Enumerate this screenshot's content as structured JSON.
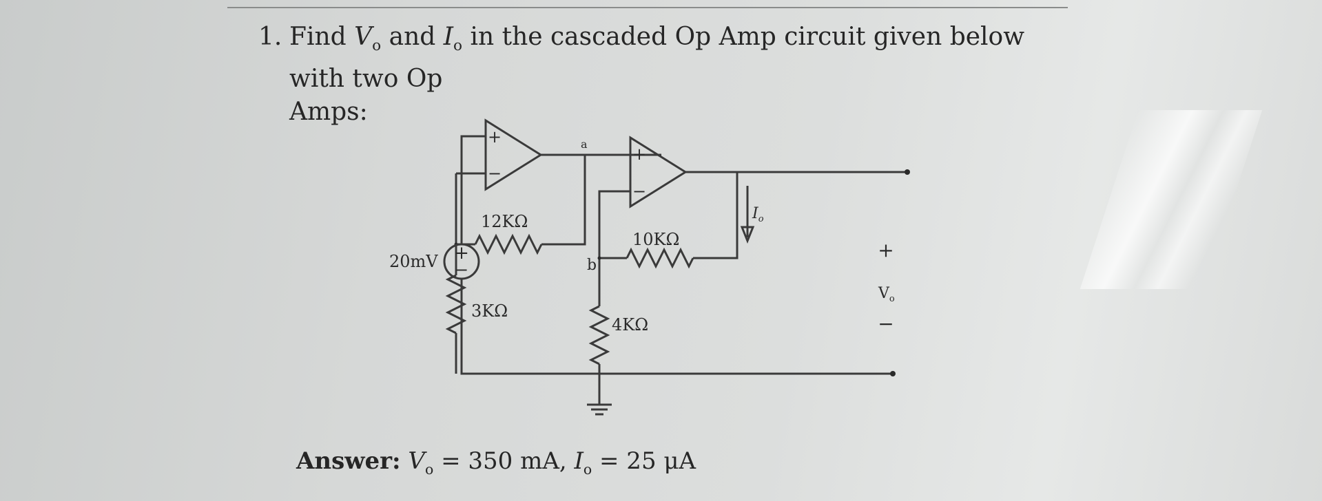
{
  "problem": {
    "number": "1.",
    "parts": {
      "find": "Find ",
      "vo_sym": "V",
      "vo_sub": "o",
      "and": " and ",
      "io_sym": "I",
      "io_sub": "o",
      "rest_line1": " in the cascaded Op Amp circuit given below with two Op",
      "rest_line2": "Amps:"
    }
  },
  "circuit": {
    "source_label": "20mV",
    "source_plus": "+",
    "source_minus": "−",
    "opamp_plus": "+",
    "opamp_minus": "−",
    "node_a": "a",
    "node_b": "b",
    "r_12k": "12KΩ",
    "r_3k": "3KΩ",
    "r_10k": "10KΩ",
    "r_4k": "4KΩ",
    "io_label": "I",
    "io_sub": "o",
    "vo_plus": "+",
    "vo_label": "V",
    "vo_sub": "o",
    "vo_minus": "−"
  },
  "answer": {
    "label": "Answer:",
    "vo_sym": "V",
    "vo_sub": "o",
    "vo_value": " = 350 mA, ",
    "io_sym": "I",
    "io_sub": "o",
    "io_value": " = 25 μA"
  }
}
